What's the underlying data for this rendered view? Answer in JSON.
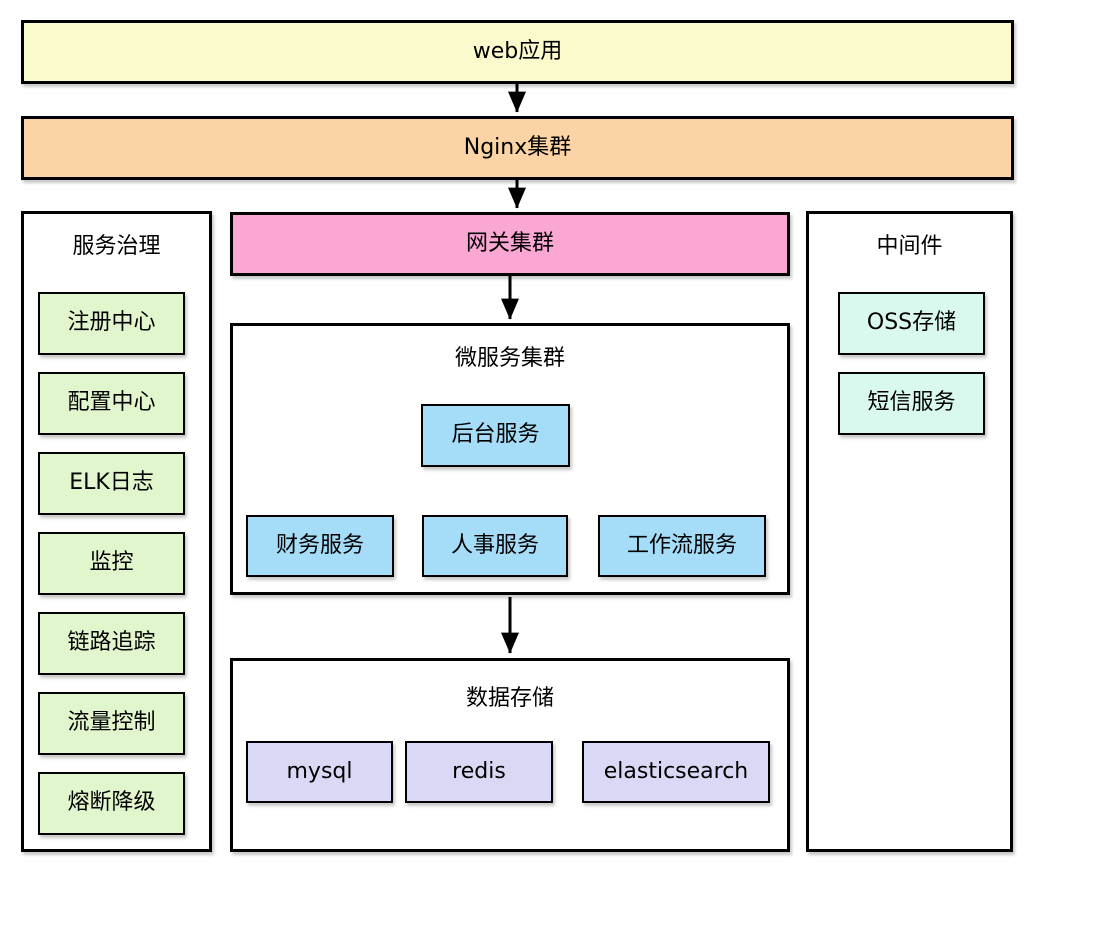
{
  "banners": {
    "web_app": {
      "label": "web应用",
      "bg": "#FBFACD"
    },
    "nginx": {
      "label": "Nginx集群",
      "bg": "#FBD3A4"
    },
    "gateway": {
      "label": "网关集群",
      "bg": "#FBA7D3"
    }
  },
  "governance_panel": {
    "title": "服务治理",
    "item_bg": "#E2F6CE",
    "items": [
      "注册中心",
      "配置中心",
      "ELK日志",
      "监控",
      "链路追踪",
      "流量控制",
      "熔断降级"
    ]
  },
  "microservices_panel": {
    "title": "微服务集群",
    "node_bg": "#A5DCF7",
    "root": "后台服务",
    "children": [
      "财务服务",
      "人事服务",
      "工作流服务"
    ]
  },
  "storage_panel": {
    "title": "数据存储",
    "item_bg": "#D9D9F5",
    "items": [
      "mysql",
      "redis",
      "elasticsearch"
    ]
  },
  "middleware_panel": {
    "title": "中间件",
    "item_bg": "#D9F9EE",
    "items": [
      "OSS存储",
      "短信服务"
    ]
  },
  "style": {
    "border_color": "#000000",
    "arrow_color": "#000000",
    "canvas_bg": "#FFFFFF"
  }
}
